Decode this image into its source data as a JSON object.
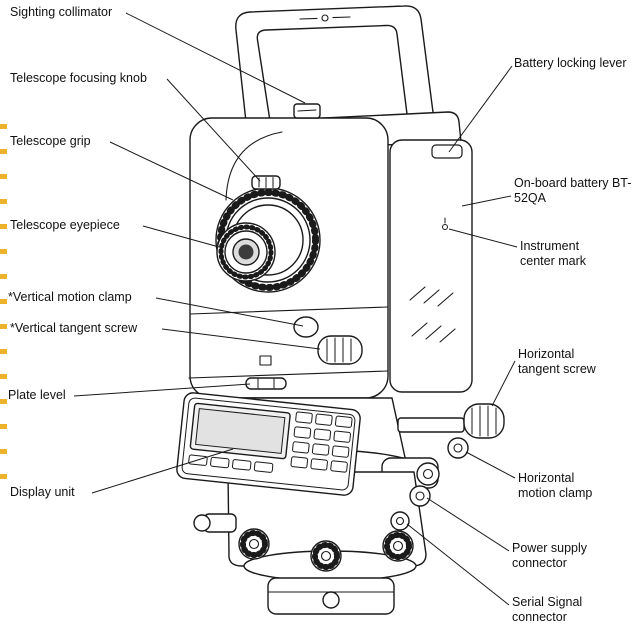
{
  "colors": {
    "background": "#ffffff",
    "line_art": "#1a1a1a",
    "edge_marks": "#edb22b",
    "label_text": "#111111"
  },
  "diagram": {
    "labels": {
      "left": [
        {
          "id": "sighting-collimator",
          "text": "Sighting collimator"
        },
        {
          "id": "telescope-focusing-knob",
          "text": "Telescope focusing knob"
        },
        {
          "id": "telescope-grip",
          "text": "Telescope grip"
        },
        {
          "id": "telescope-eyepiece",
          "text": "Telescope eyepiece"
        },
        {
          "id": "vertical-motion-clamp",
          "text": "*Vertical motion clamp"
        },
        {
          "id": "vertical-tangent-screw",
          "text": "*Vertical tangent screw"
        },
        {
          "id": "plate-level",
          "text": "Plate level"
        },
        {
          "id": "display-unit",
          "text": "Display unit"
        }
      ],
      "right": [
        {
          "id": "battery-locking-lever",
          "text": "Battery locking lever"
        },
        {
          "id": "on-board-battery",
          "text": "On-board battery BT-52QA"
        },
        {
          "id": "instrument-center-mark",
          "text": "Instrument center mark"
        },
        {
          "id": "horizontal-tangent-screw",
          "text": "Horizontal tangent screw"
        },
        {
          "id": "horizontal-motion-clamp",
          "text": "Horizontal motion clamp"
        },
        {
          "id": "power-supply-connector",
          "text": "Power supply connector"
        },
        {
          "id": "serial-signal-connector",
          "text": "Serial Signal connector"
        }
      ]
    }
  }
}
